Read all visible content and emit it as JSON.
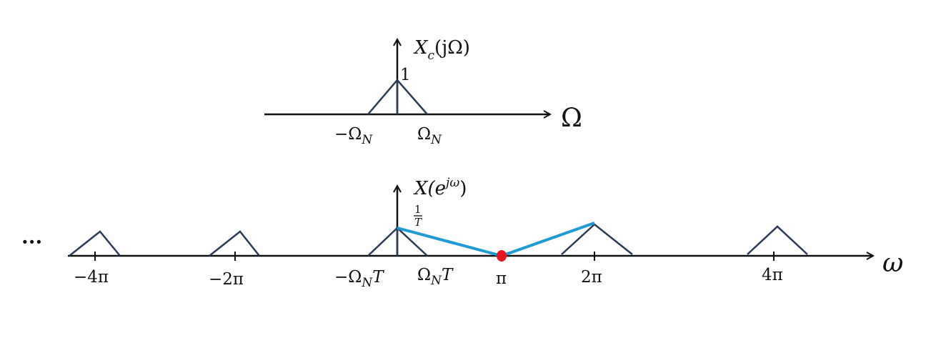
{
  "top_plot": {
    "y_label": "X",
    "y_label_sub": "c",
    "y_label_arg": "(jΩ)",
    "x_axis_symbol": "Ω",
    "peak_label": "1",
    "tick_left": "−Ω",
    "tick_left_sub": "N",
    "tick_right": "Ω",
    "tick_right_sub": "N"
  },
  "bottom_plot": {
    "y_label": "X(e",
    "y_label_sup": "jω",
    "y_label_close": ")",
    "x_axis_symbol": "ω",
    "ellipsis": "···",
    "peak_label_num": "1",
    "peak_label_den": "T",
    "tick_m4pi": "−4π",
    "tick_m2pi": "−2π",
    "tick_mOmegaT": "−Ω",
    "tick_mOmegaT_sub": "N",
    "tick_mOmegaT_tail": "T",
    "tick_OmegaT": "Ω",
    "tick_OmegaT_sub": "N",
    "tick_OmegaT_tail": "T",
    "tick_pi": "π",
    "tick_2pi": "2π",
    "tick_4pi": "4π"
  },
  "colors": {
    "triangle": "#2b3a55",
    "axis": "#111111",
    "highlight_line": "#1e9ad6",
    "marker": "#e8141e"
  }
}
